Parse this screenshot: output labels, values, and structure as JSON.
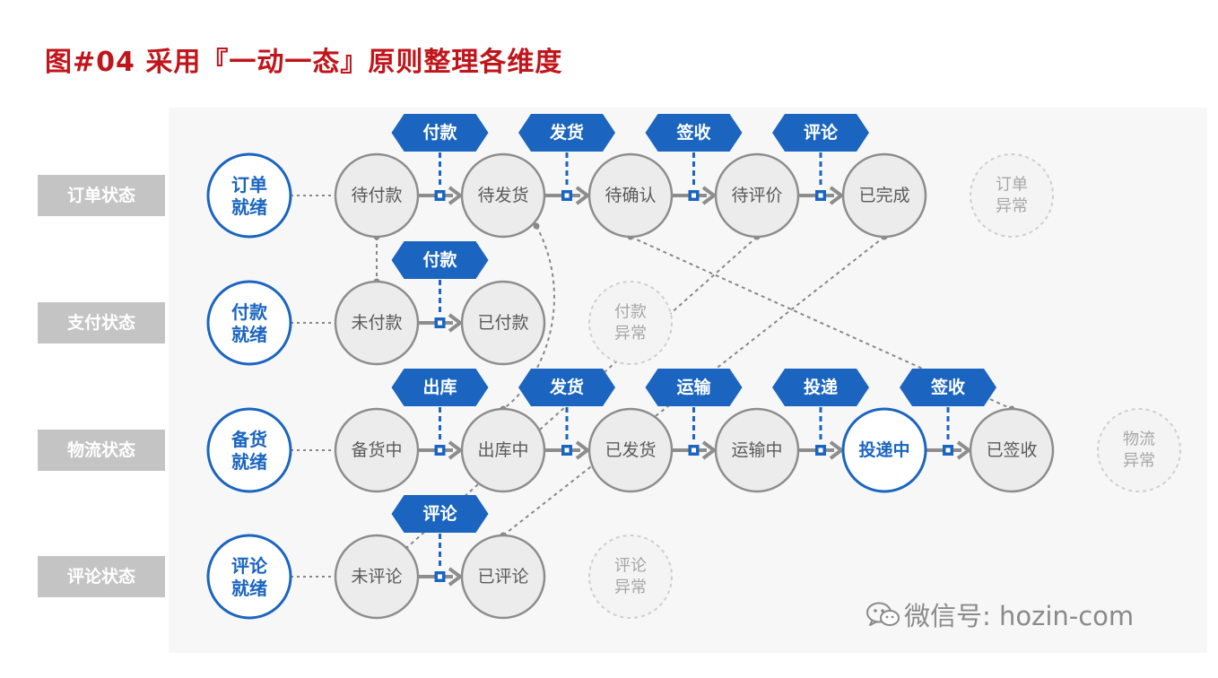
{
  "title": "图#04 采用『一动一态』原则整理各维度",
  "watermark": "微信号: hozin-com",
  "colors": {
    "title": "#c0151b",
    "blue": "#1b65c0",
    "node_fill": "#ececec",
    "node_stroke": "#8d8d8d",
    "row_label_fill": "#c4c4c4",
    "canvas_fill": "#f7f7f7",
    "abnormal_stroke": "#cfcfcf",
    "abnormal_text": "#a6a6a6"
  },
  "icons": {
    "watermark": "wechat-icon"
  },
  "rows": [
    {
      "label": "订单状态",
      "start": [
        "订单",
        "就绪"
      ],
      "states": [
        "待付款",
        "待发货",
        "待确认",
        "待评价",
        "已完成"
      ],
      "actions": [
        "付款",
        "发货",
        "签收",
        "评论"
      ],
      "abnormal": [
        "订单",
        "异常"
      ]
    },
    {
      "label": "支付状态",
      "start": [
        "付款",
        "就绪"
      ],
      "states": [
        "未付款",
        "已付款"
      ],
      "actions": [
        "付款"
      ],
      "abnormal": [
        "付款",
        "异常"
      ]
    },
    {
      "label": "物流状态",
      "start": [
        "备货",
        "就绪"
      ],
      "states": [
        "备货中",
        "出库中",
        "已发货",
        "运输中",
        "投递中",
        "已签收"
      ],
      "actions": [
        "出库",
        "发货",
        "运输",
        "投递",
        "签收"
      ],
      "highlight_state": 4,
      "abnormal": [
        "物流",
        "异常"
      ]
    },
    {
      "label": "评论状态",
      "start": [
        "评论",
        "就绪"
      ],
      "states": [
        "未评论",
        "已评论"
      ],
      "actions": [
        "评论"
      ],
      "abnormal": [
        "评论",
        "异常"
      ]
    }
  ]
}
